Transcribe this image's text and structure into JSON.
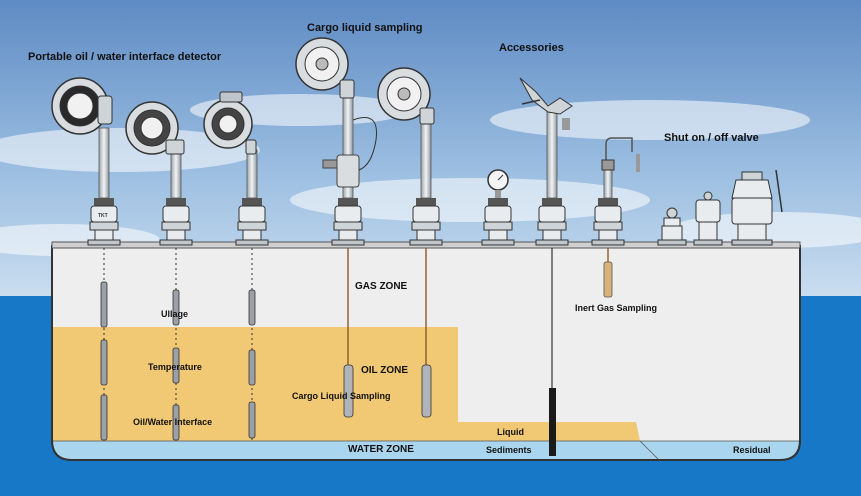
{
  "titles": {
    "detector": "Portable oil / water interface detector",
    "cargo_sampling": "Cargo liquid sampling",
    "accessories": "Accessories",
    "valve": "Shut on / off valve"
  },
  "zones": {
    "gas": "GAS ZONE",
    "oil": "OIL ZONE",
    "water": "WATER ZONE",
    "liquid": "Liquid",
    "sediments": "Sediments",
    "residual": "Residual"
  },
  "probe_labels": {
    "ullage": "Ullage",
    "temperature": "Temperature",
    "interface": "Oil/Water Interface",
    "cargo_sampling": "Cargo Liquid Sampling",
    "inert_gas": "Inert Gas Sampling"
  },
  "valve_badge": "TKT",
  "colors": {
    "sky_top": "#5f8cc4",
    "sea": "#1878c8",
    "oil": "#f1c874",
    "water": "#a9d6ee",
    "gas": "#eeeeee",
    "device": "#d9dde0"
  }
}
